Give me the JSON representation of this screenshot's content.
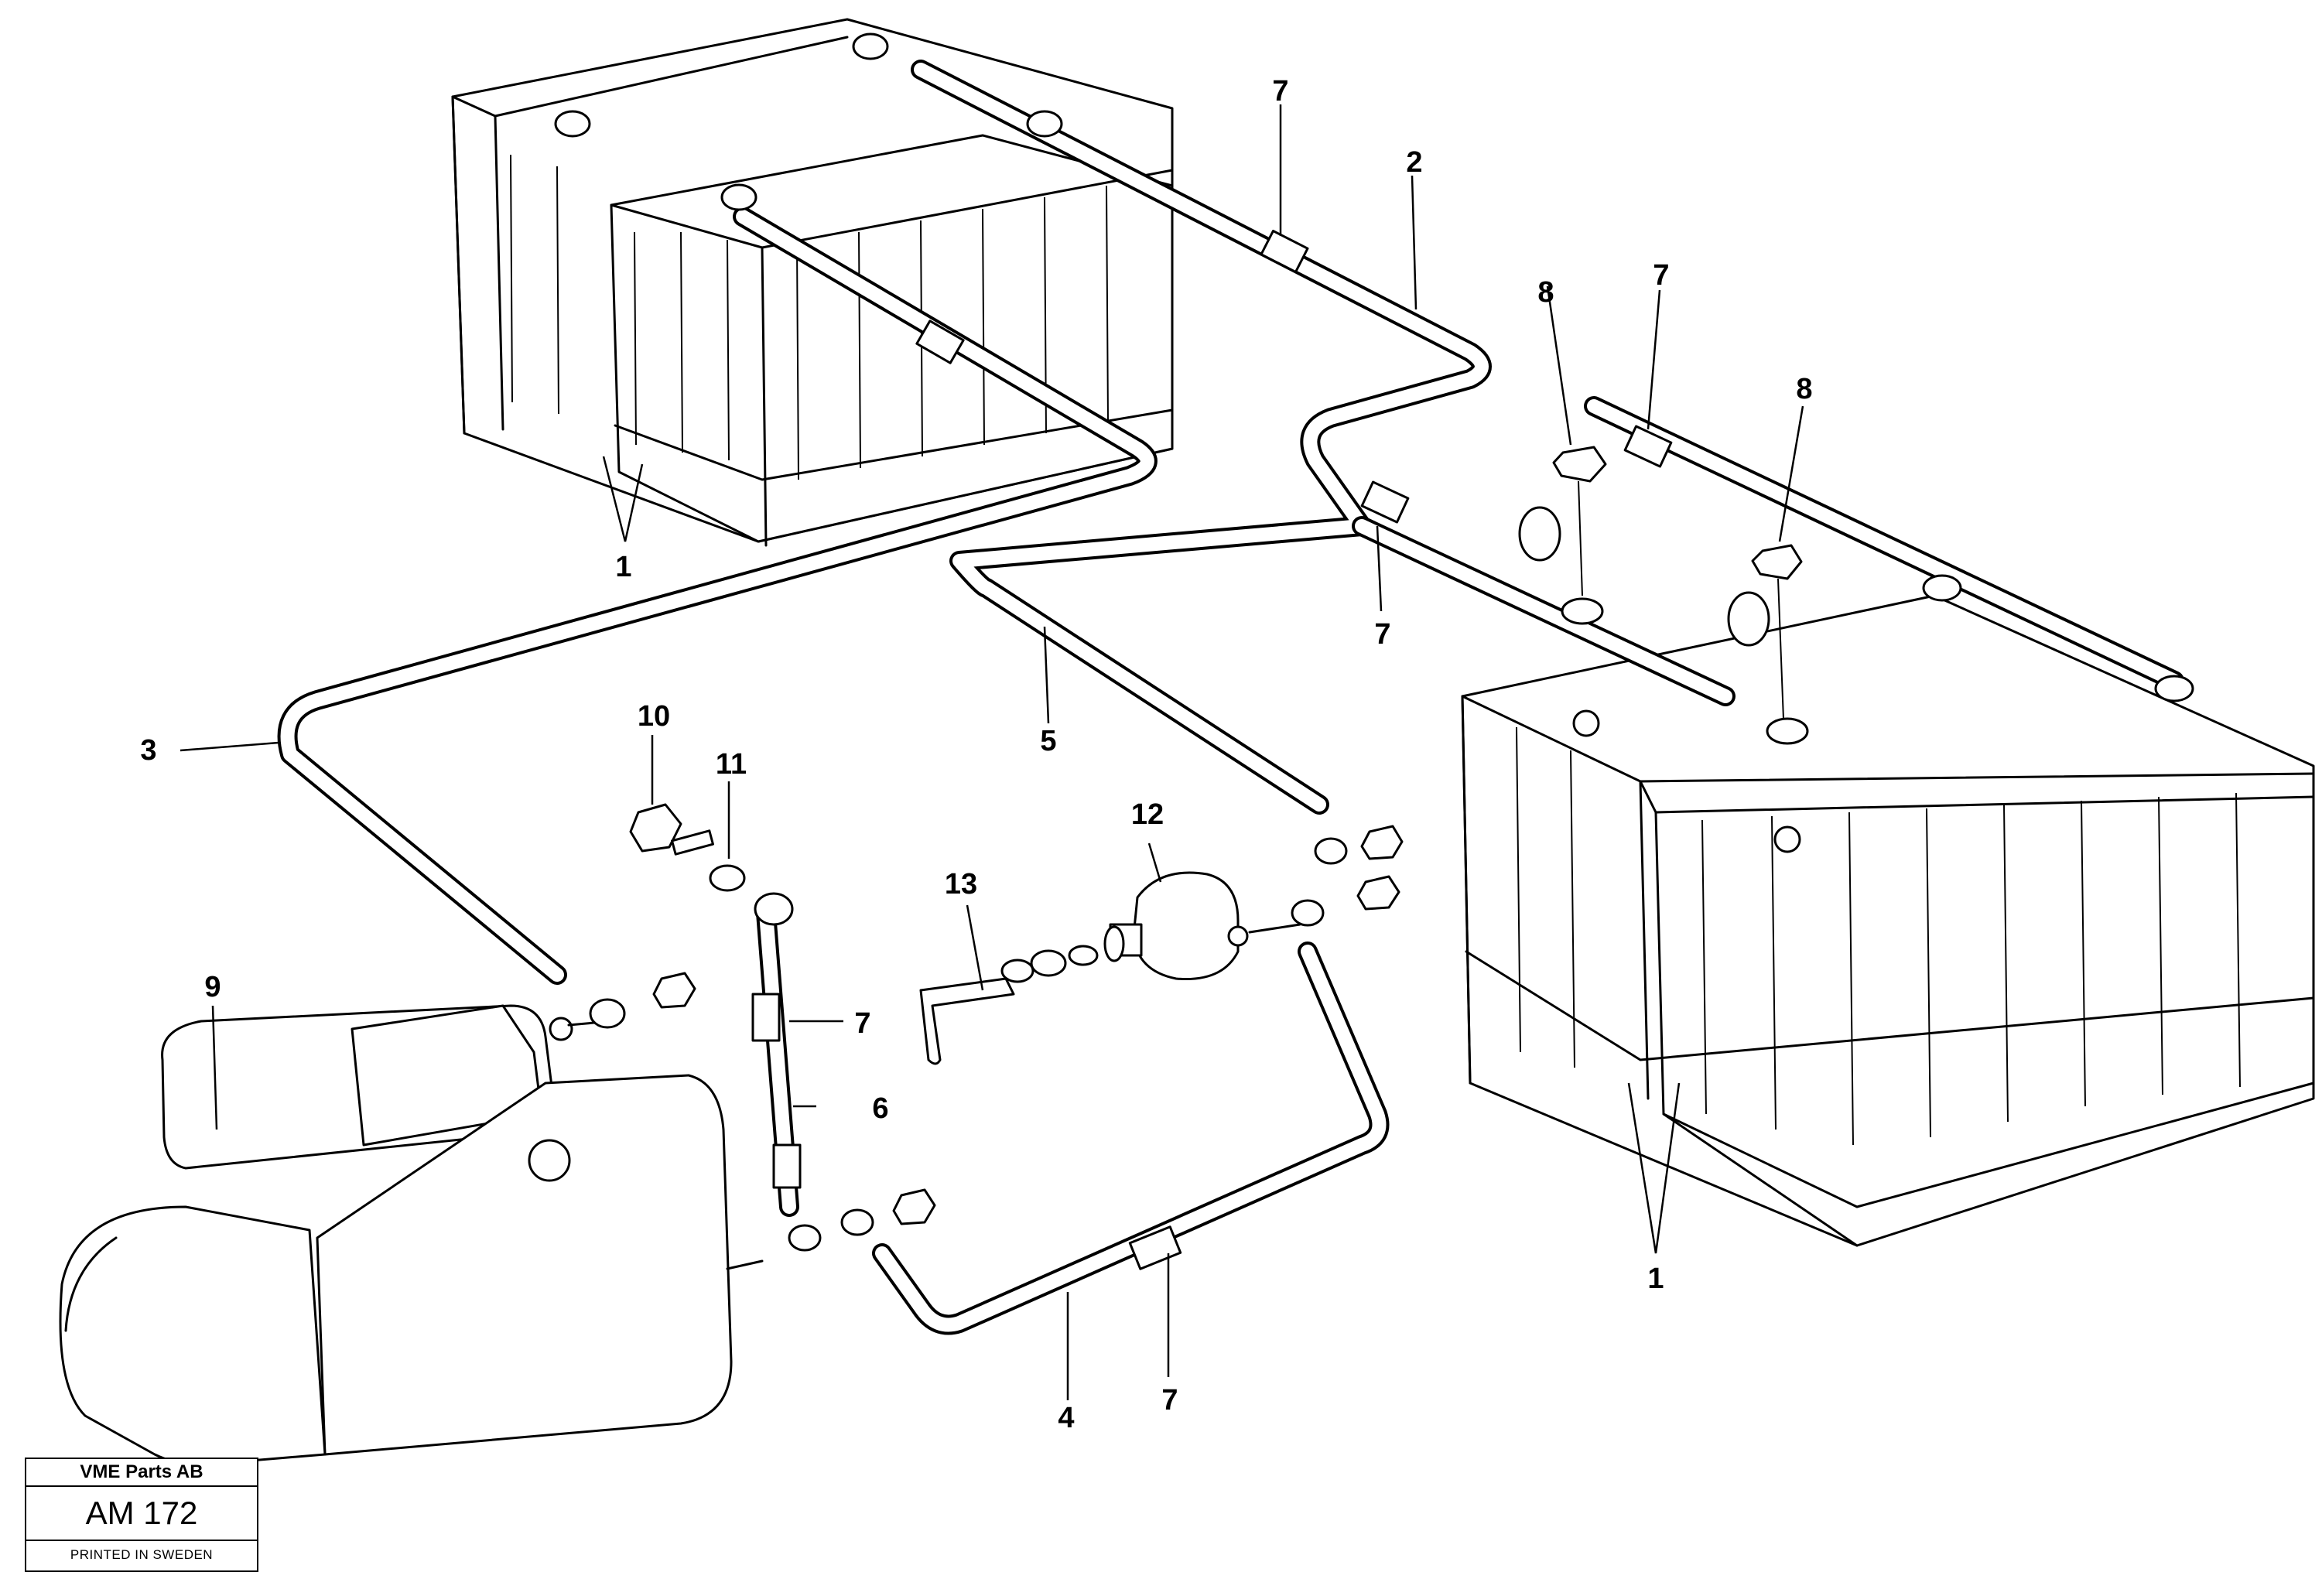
{
  "diagram": {
    "callouts": {
      "c1a": "1",
      "c1b": "1",
      "c2": "2",
      "c3": "3",
      "c4": "4",
      "c5": "5",
      "c6": "6",
      "c7a": "7",
      "c7b": "7",
      "c7c": "7",
      "c7d": "7",
      "c7e": "7",
      "c8a": "8",
      "c8b": "8",
      "c9": "9",
      "c10": "10",
      "c11": "11",
      "c12": "12",
      "c13": "13"
    }
  },
  "stamp": {
    "company": "VME Parts AB",
    "code": "AM 172",
    "printed": "PRINTED IN SWEDEN"
  }
}
